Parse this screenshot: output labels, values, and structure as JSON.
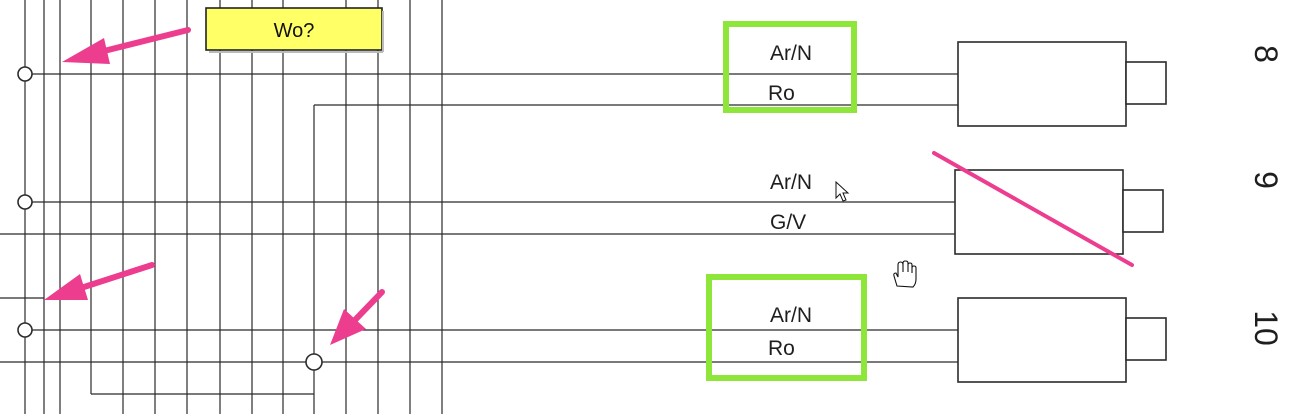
{
  "note": {
    "text": "Wo?",
    "fill": "#ffff66"
  },
  "colors": {
    "highlight": "#8ee63a",
    "annotation": "#ec3d8f",
    "wire": "#2b2b2b"
  },
  "rows": [
    {
      "number": "8",
      "labels": [
        "Ar/N",
        "Ro"
      ],
      "highlighted": true,
      "crossed_out": false
    },
    {
      "number": "9",
      "labels": [
        "Ar/N",
        "G/V"
      ],
      "highlighted": false,
      "crossed_out": true
    },
    {
      "number": "10",
      "labels": [
        "Ar/N",
        "Ro"
      ],
      "highlighted": true,
      "crossed_out": false
    }
  ],
  "cursors": [
    "arrow-cursor-icon",
    "hand-cursor-icon"
  ]
}
